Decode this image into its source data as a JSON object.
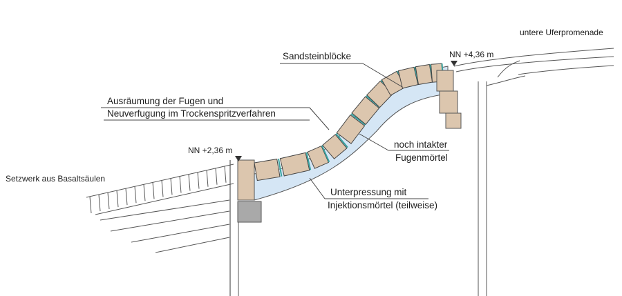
{
  "labels": {
    "promenade": "untere Uferpromenade",
    "sandstone": "Sandsteinblöcke",
    "level_high": "NN +4,36  m",
    "clearing_line1": "Ausräumung der Fugen und",
    "clearing_line2": "Neuverfugung im Trockenspritzverfahren",
    "level_low": "NN +2,36  m",
    "intact_line1": "noch intakter",
    "intact_line2": "Fugenmörtel",
    "basalt": "Setzwerk aus Basaltsäulen",
    "grout_line1": "Unterpressung mit",
    "grout_line2": "Injektionsmörtel (teilweise)"
  },
  "colors": {
    "sandstone": "#dcc6ae",
    "grout": "#d5e6f5",
    "joint": "#3aa3a0",
    "foundation": "#a9a9a9",
    "line": "#444444"
  }
}
